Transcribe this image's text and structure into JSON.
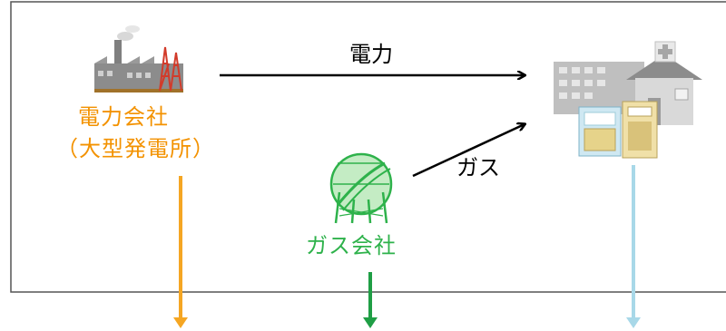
{
  "power_company": {
    "name": "電力会社",
    "subtitle": "（大型発電所）",
    "icon": "power-plant-icon",
    "color": "#f39200"
  },
  "gas_company": {
    "name": "ガス会社",
    "icon": "gas-holder-icon",
    "color": "#2eb24b"
  },
  "consumer": {
    "icon": "building-with-cogeneration-icon",
    "color": "#92cddc"
  },
  "flows": {
    "power": "電力",
    "gas": "ガス"
  }
}
